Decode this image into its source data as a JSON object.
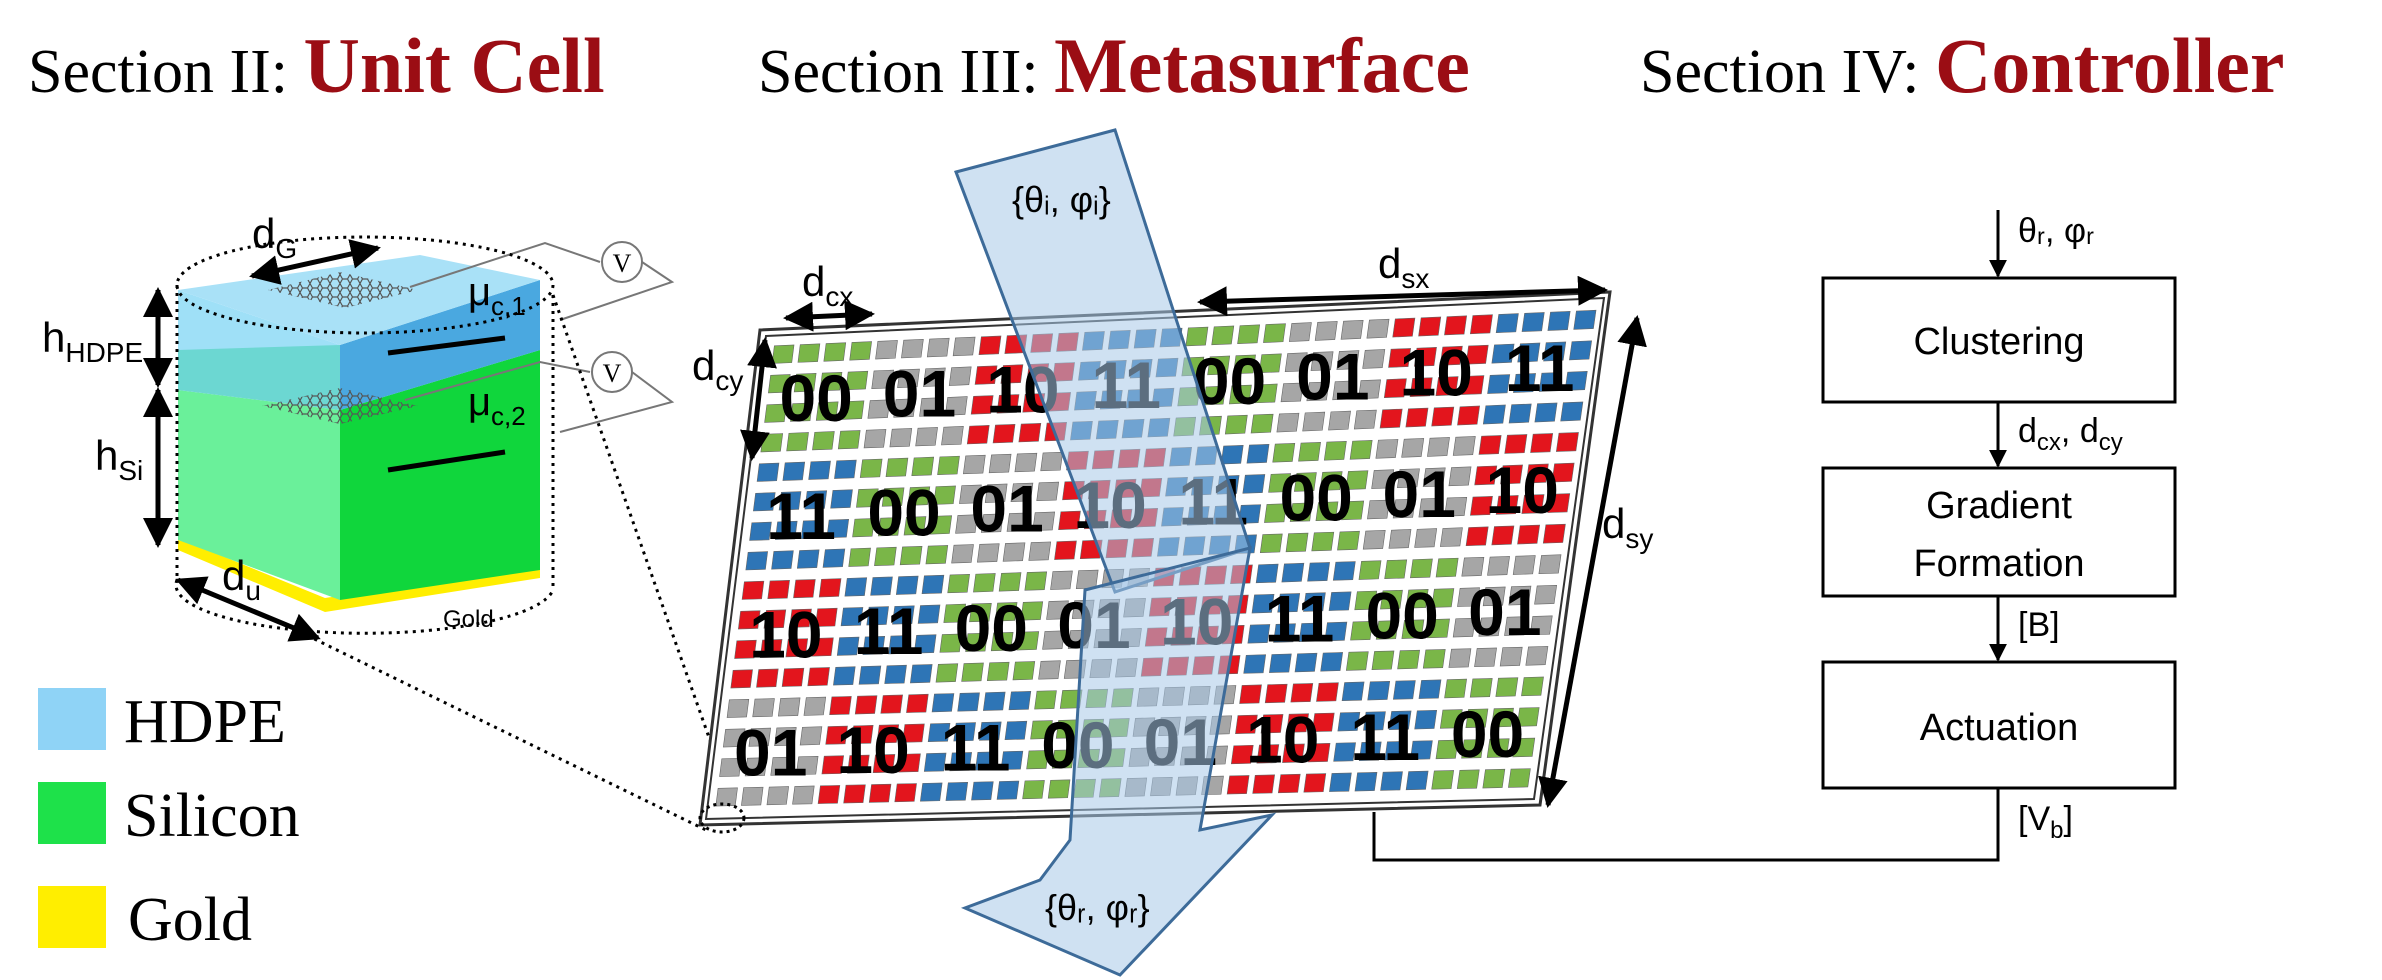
{
  "headers": [
    {
      "prefix": "Section II: ",
      "title": "Unit Cell"
    },
    {
      "prefix": "Section III: ",
      "title": "Metasurface"
    },
    {
      "prefix": "Section IV: ",
      "title": "Controller"
    }
  ],
  "unit_cell": {
    "dG": {
      "main": "d",
      "sub": "G"
    },
    "hHDPE": {
      "main": "h",
      "sub": "HDPE"
    },
    "hSi": {
      "main": "h",
      "sub": "Si"
    },
    "du": {
      "main": "d",
      "sub": "u"
    },
    "mu1": {
      "main": "μ",
      "sub": "c,1"
    },
    "mu2": {
      "main": "μ",
      "sub": "c,2"
    },
    "voltage_symbol": "V",
    "gold_label": "Gold"
  },
  "legend": [
    {
      "label": "HDPE",
      "color": "#8fd3f6"
    },
    {
      "label": "Silicon",
      "color": "#1ee14a"
    },
    {
      "label": "Gold",
      "color": "#ffee00"
    }
  ],
  "metasurface": {
    "dcx": {
      "main": "d",
      "sub": "cx"
    },
    "dcy": {
      "main": "d",
      "sub": "cy"
    },
    "dsx": {
      "main": "d",
      "sub": "sx"
    },
    "dsy": {
      "main": "d",
      "sub": "sy"
    },
    "incident": "{θᵢ, φᵢ}",
    "reflected": "{θᵣ, φᵣ}",
    "rows": [
      [
        "00",
        "01",
        "10",
        "11",
        "00",
        "01",
        "10",
        "11"
      ],
      [
        "11",
        "00",
        "01",
        "10",
        "11",
        "00",
        "01",
        "10"
      ],
      [
        "10",
        "11",
        "00",
        "01",
        "10",
        "11",
        "00",
        "01"
      ],
      [
        "01",
        "10",
        "11",
        "00",
        "01",
        "10",
        "11",
        "00"
      ]
    ],
    "code_colors": {
      "00": "#7ab648",
      "01": "#a6a6a6",
      "10": "#e3151d",
      "11": "#2e75b6"
    }
  },
  "controller": {
    "input": "θᵣ, φᵣ",
    "blocks": [
      "Clustering",
      "Gradient",
      "Formation",
      "Actuation"
    ],
    "link1": {
      "main": "d",
      "sub": "cx",
      "sep": ", ",
      "main2": "d",
      "sub2": "cy"
    },
    "link2": "[B]",
    "output": {
      "main": "[V",
      "sub": "b",
      "end": "]"
    }
  }
}
